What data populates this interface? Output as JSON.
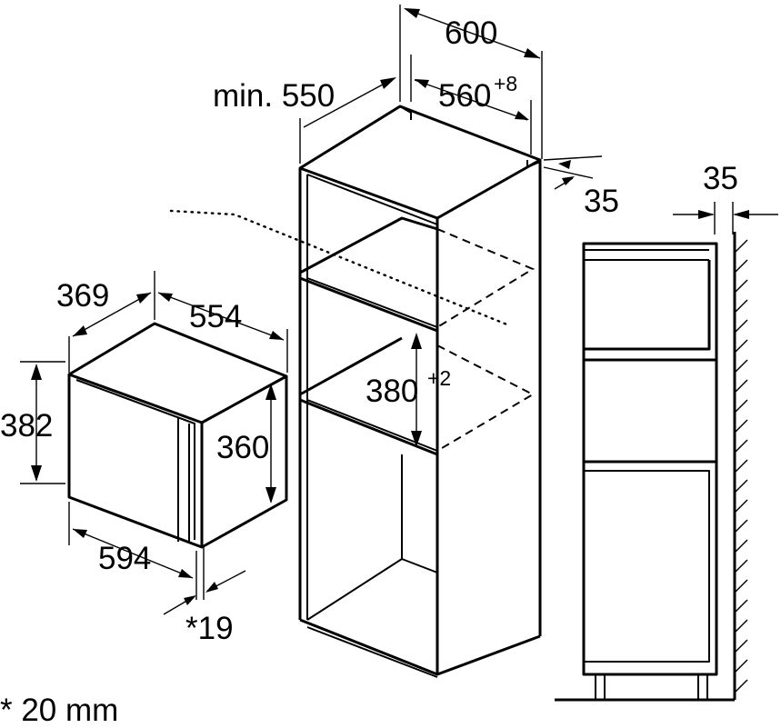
{
  "dimensions": {
    "cabinet_width": "600",
    "cabinet_min_depth": "min. 550",
    "niche_width": "560",
    "niche_width_tolerance": "+8",
    "back_gap": "35",
    "side_gap": "35",
    "niche_height": "380",
    "niche_height_tolerance": "+2",
    "appliance_depth": "369",
    "appliance_width_depth": "554",
    "appliance_height": "382",
    "appliance_inner_height": "360",
    "appliance_front_width": "594",
    "panel_thickness": "*19"
  },
  "footnote": "* 20 mm"
}
